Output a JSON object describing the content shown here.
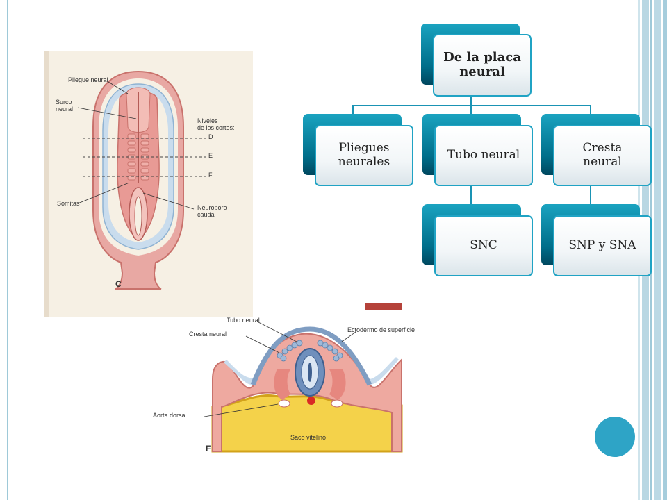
{
  "org_chart": {
    "root": "De la placa\nneural",
    "branches": [
      {
        "label": "Pliegues\nneurales"
      },
      {
        "label": "Tubo neural",
        "child": "SNC"
      },
      {
        "label": "Cresta\nneural",
        "child": "SNP y SNA"
      }
    ]
  },
  "figure_c": {
    "letter": "C",
    "labels": {
      "pliegue": "Pliegue neural",
      "surco": "Surco\nneural",
      "niveles": "Niveles\nde los cortes:",
      "d": "D",
      "e": "E",
      "f": "F",
      "somitas": "Somitas",
      "neuroporo": "Neuroporo\ncaudal"
    }
  },
  "figure_f": {
    "letter": "F",
    "labels": {
      "tubo": "Tubo neural",
      "cresta": "Cresta neural",
      "ectodermo": "Ectodermo de superficie",
      "aorta": "Aorta dorsal",
      "saco": "Saco vitelino"
    }
  },
  "colors": {
    "accent": "#2ea4c6",
    "box_border": "#20a3c4",
    "box_shadow": "#006e8a"
  }
}
